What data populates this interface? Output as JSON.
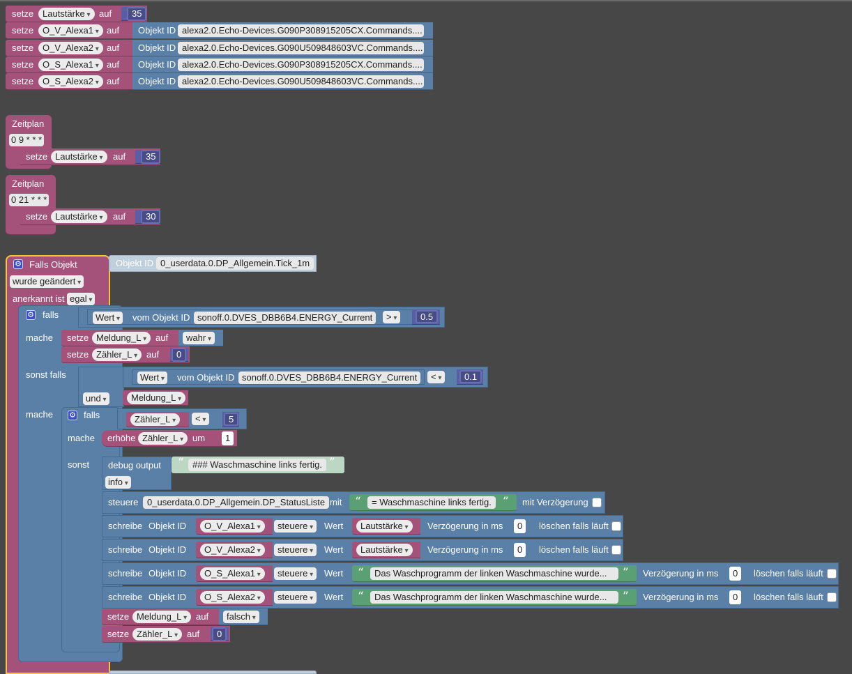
{
  "kw": {
    "setze": "setze",
    "auf": "auf",
    "objekt_id": "Objekt ID",
    "zeitplan": "Zeitplan",
    "falls_objekt": "Falls Objekt",
    "falls": "falls",
    "mache": "mache",
    "sonst_falls": "sonst falls",
    "sonst": "sonst",
    "wert": "Wert",
    "vom_objekt_id": "vom Objekt ID",
    "erhoehe": "erhöhe",
    "um": "um",
    "debug_output": "debug output",
    "steuere": "steuere",
    "mit": "mit",
    "mit_verzoegerung": "mit Verzögerung",
    "schreibe": "schreibe",
    "verzoegerung_ms": "Verzögerung in ms",
    "loeschen": "löschen falls läuft"
  },
  "init": [
    {
      "var": "Lautstärke",
      "value": "35"
    },
    {
      "var": "O_V_Alexa1",
      "id": "alexa2.0.Echo-Devices.G090P308915205CX.Commands...."
    },
    {
      "var": "O_V_Alexa2",
      "id": "alexa2.0.Echo-Devices.G090U509848603VC.Commands...."
    },
    {
      "var": "O_S_Alexa1",
      "id": "alexa2.0.Echo-Devices.G090P308915205CX.Commands...."
    },
    {
      "var": "O_S_Alexa2",
      "id": "alexa2.0.Echo-Devices.G090U509848603VC.Commands...."
    }
  ],
  "schedules": [
    {
      "cron": "0 9 * * *",
      "var": "Lautstärke",
      "value": "35"
    },
    {
      "cron": "0 21 * * *",
      "var": "Lautstärke",
      "value": "30"
    }
  ],
  "trigger": {
    "object_id": "0_userdata.0.DP_Allgemein.Tick_1m",
    "mode": "wurde geändert",
    "ack_label": "anerkannt ist",
    "ack_value": "egal"
  },
  "if1": {
    "value_dd": "Wert",
    "object_id": "sonoff.0.DVES_DBB6B4.ENERGY_Current",
    "op": ">",
    "value": "0.5",
    "set1_var": "Meldung_L",
    "set1_value": "wahr",
    "set2_var": "Zähler_L",
    "set2_value": "0"
  },
  "elseif": {
    "value_dd": "Wert",
    "object_id": "sonoff.0.DVES_DBB6B4.ENERGY_Current",
    "op": "<",
    "value": "0.1",
    "logic": "und",
    "var": "Meldung_L"
  },
  "inner": {
    "var": "Zähler_L",
    "op": "<",
    "value": "5",
    "inc_var": "Zähler_L",
    "inc_value": "1"
  },
  "debug": {
    "text": "### Waschmaschine links fertig.",
    "level": "info"
  },
  "control": {
    "object_id": "0_userdata.0.DP_Allgemein.DP_StatusListe",
    "text": "= Waschmaschine links fertig."
  },
  "writes": [
    {
      "obj": "O_V_Alexa1",
      "mode": "steuere",
      "value": "Lautstärke",
      "delay": "0"
    },
    {
      "obj": "O_V_Alexa2",
      "mode": "steuere",
      "value": "Lautstärke",
      "delay": "0"
    },
    {
      "obj": "O_S_Alexa1",
      "mode": "steuere",
      "text": "Das Waschprogramm der linken Waschmaschine wurde...",
      "delay": "0"
    },
    {
      "obj": "O_S_Alexa2",
      "mode": "steuere",
      "text": "Das Waschprogramm der linken Waschmaschine wurde...",
      "delay": "0"
    }
  ],
  "final": {
    "set1_var": "Meldung_L",
    "set1_value": "falsch",
    "set2_var": "Zähler_L",
    "set2_value": "0"
  }
}
